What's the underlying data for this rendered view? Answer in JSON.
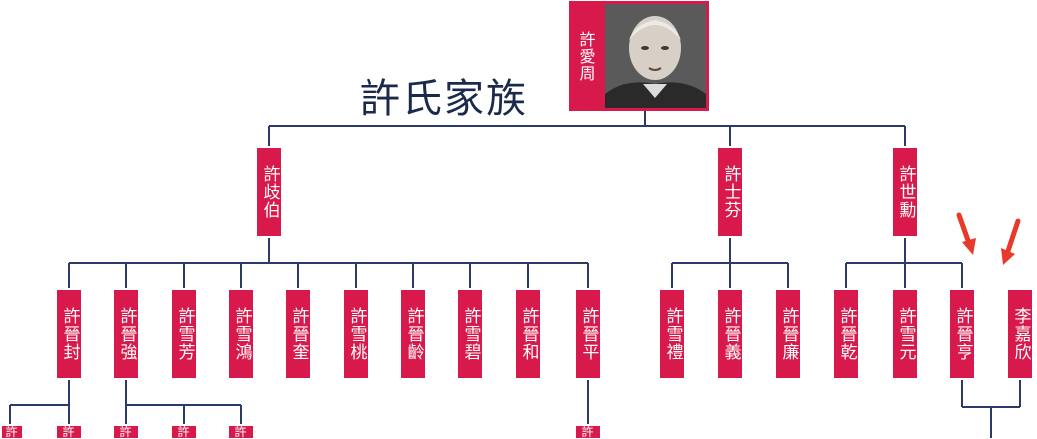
{
  "title": "許氏家族",
  "root": {
    "name": "許愛周",
    "portrait": "portrait-photo"
  },
  "generation1": [
    {
      "id": "g1-0",
      "name": "許歧伯"
    },
    {
      "id": "g1-1",
      "name": "許士芬"
    },
    {
      "id": "g1-2",
      "name": "許世勳"
    }
  ],
  "generation2": [
    {
      "id": "g2-0",
      "name": "許晉封",
      "parent": "g1-0"
    },
    {
      "id": "g2-1",
      "name": "許晉強",
      "parent": "g1-0"
    },
    {
      "id": "g2-2",
      "name": "許雪芳",
      "parent": "g1-0"
    },
    {
      "id": "g2-3",
      "name": "許雪鴻",
      "parent": "g1-0"
    },
    {
      "id": "g2-4",
      "name": "許晉奎",
      "parent": "g1-0"
    },
    {
      "id": "g2-5",
      "name": "許雪桃",
      "parent": "g1-0"
    },
    {
      "id": "g2-6",
      "name": "許晉齡",
      "parent": "g1-0"
    },
    {
      "id": "g2-7",
      "name": "許雪碧",
      "parent": "g1-0"
    },
    {
      "id": "g2-8",
      "name": "許晉和",
      "parent": "g1-0"
    },
    {
      "id": "g2-9",
      "name": "許晉平",
      "parent": "g1-0"
    },
    {
      "id": "g2-10",
      "name": "許雪禮",
      "parent": "g1-1"
    },
    {
      "id": "g2-11",
      "name": "許晉義",
      "parent": "g1-1"
    },
    {
      "id": "g2-12",
      "name": "許晉廉",
      "parent": "g1-1"
    },
    {
      "id": "g2-13",
      "name": "許晉乾",
      "parent": "g1-2"
    },
    {
      "id": "g2-14",
      "name": "許雪元",
      "parent": "g1-2"
    },
    {
      "id": "g2-15",
      "name": "許晉亨",
      "parent": "g1-2"
    }
  ],
  "spouse": {
    "name": "李嘉欣",
    "of": "g2-15"
  },
  "generation3_partial": [
    {
      "name": "許",
      "parent": "g2-0"
    },
    {
      "name": "許",
      "parent": "g2-0"
    },
    {
      "name": "許",
      "parent": "g2-1"
    },
    {
      "name": "許",
      "parent": "g2-1"
    },
    {
      "name": "許",
      "parent": "g2-1"
    },
    {
      "name": "許",
      "parent": "g2-9"
    }
  ],
  "colors": {
    "box": "#d71a4b",
    "line": "#2b3a67",
    "arrow": "#e8392b",
    "title": "#1a2a4a"
  }
}
